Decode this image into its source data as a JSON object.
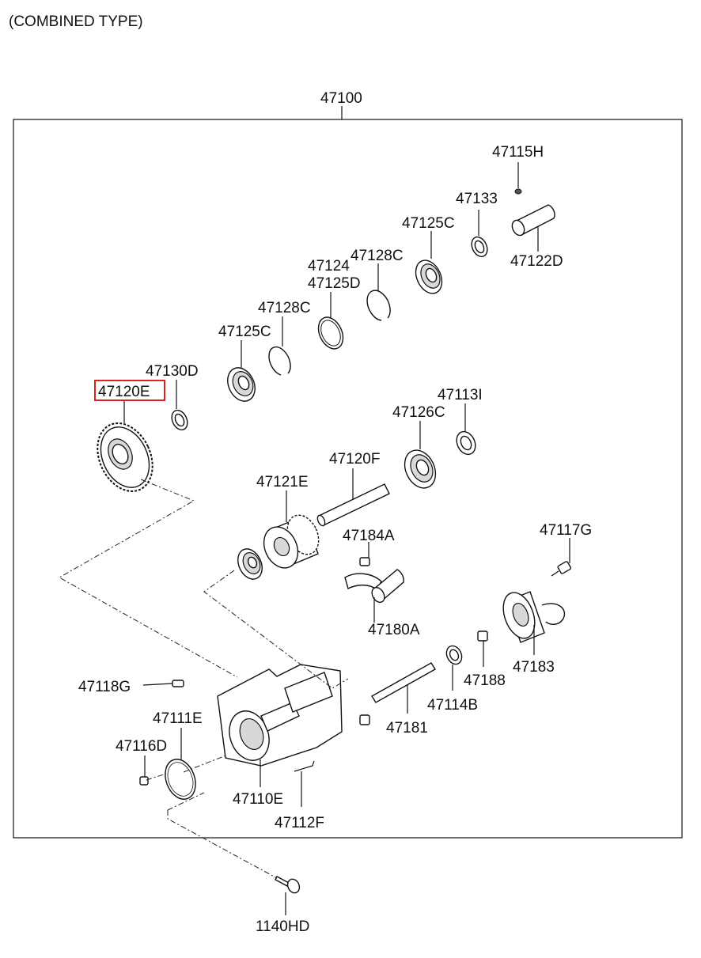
{
  "header": "(COMBINED TYPE)",
  "assembly_label": "47100",
  "highlight_color": "#e0201c",
  "parts": {
    "p47115H": "47115H",
    "p47133": "47133",
    "p47125C_top": "47125C",
    "p47122D": "47122D",
    "p47124": "47124",
    "p47128C_top": "47128C",
    "p47125D": "47125D",
    "p47128C_mid": "47128C",
    "p47125C_mid": "47125C",
    "p47130D": "47130D",
    "p47120E": "47120E",
    "p47113I": "47113I",
    "p47126C": "47126C",
    "p47120F": "47120F",
    "p47121E": "47121E",
    "p47184A": "47184A",
    "p47117G": "47117G",
    "p47180A": "47180A",
    "p47183": "47183",
    "p47188": "47188",
    "p47114B": "47114B",
    "p47118G": "47118G",
    "p47111E": "47111E",
    "p47181": "47181",
    "p47116D": "47116D",
    "p47110E": "47110E",
    "p47112F": "47112F",
    "p1140HD": "1140HD"
  }
}
